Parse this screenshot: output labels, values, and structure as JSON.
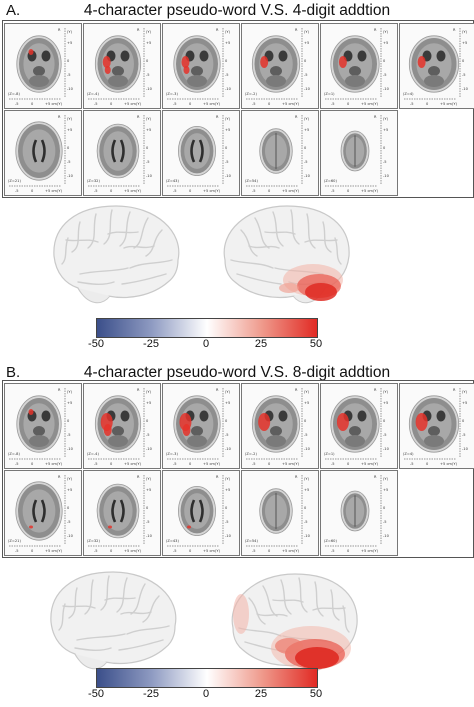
{
  "panels": [
    {
      "letter": "A.",
      "title": "4-character pseudo-word V.S. 4-digit addtion",
      "slice_labels": [
        "(Z=-8)",
        "(Z=-4)",
        "(Z=-3)",
        "(Z=-2)",
        "(Z=1)",
        "(Z=4)",
        "(Z=21)",
        "(Z=32)",
        "(Z=43)",
        "(Z=54)",
        "(Z=60)"
      ],
      "activation_level": "low"
    },
    {
      "letter": "B.",
      "title": "4-character pseudo-word V.S. 8-digit addtion",
      "slice_labels": [
        "(Z=-8)",
        "(Z=-4)",
        "(Z=-3)",
        "(Z=-2)",
        "(Z=1)",
        "(Z=4)",
        "(Z=21)",
        "(Z=32)",
        "(Z=43)",
        "(Z=54)",
        "(Z=60)"
      ],
      "activation_level": "high"
    }
  ],
  "slice_axis": {
    "x_ticks": [
      "-5",
      "0",
      "+5 cm",
      "(Y)"
    ],
    "y_ticks": [
      "+5",
      "0",
      "-5",
      "-10"
    ],
    "corner_letters": [
      "R",
      "L"
    ],
    "top_unit": "(Y)"
  },
  "colorbar": {
    "ticks": [
      "-50",
      "-25",
      "0",
      "25",
      "50"
    ],
    "min": -50,
    "max": 50,
    "colors": [
      "#3b4f8a",
      "#ffffff",
      "#e12a24"
    ]
  }
}
